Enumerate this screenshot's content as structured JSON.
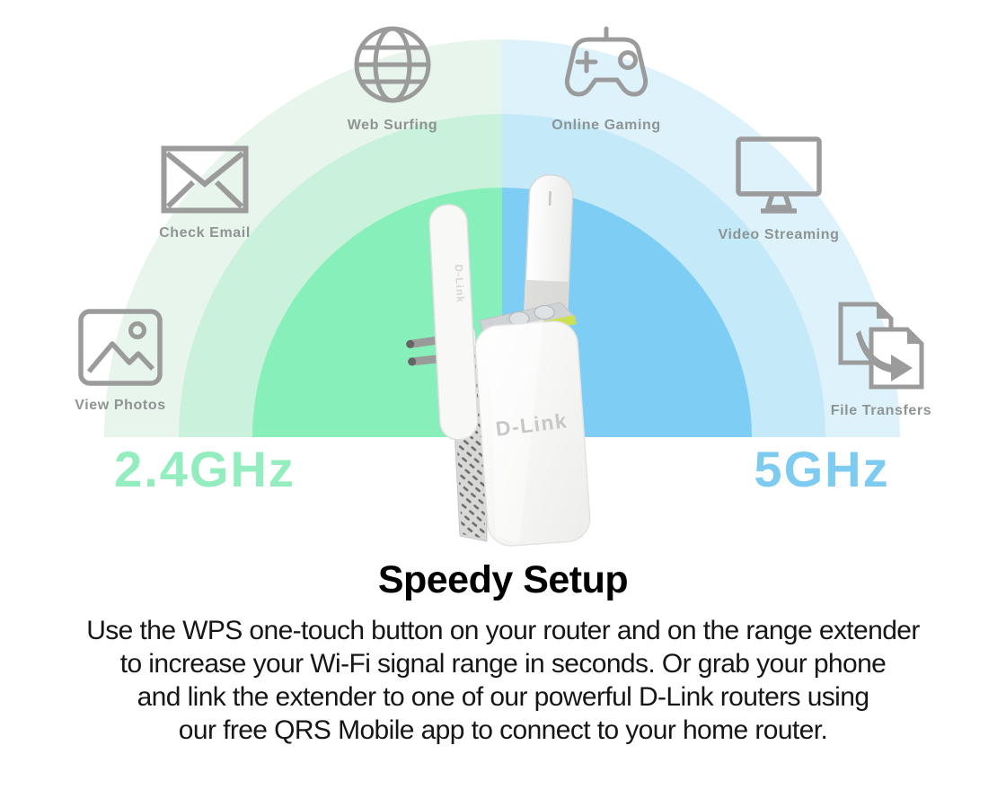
{
  "diagram": {
    "features": [
      {
        "icon": "globe-icon",
        "label": "Web Surfing"
      },
      {
        "icon": "gamepad-icon",
        "label": "Online Gaming"
      },
      {
        "icon": "envelope-icon",
        "label": "Check Email"
      },
      {
        "icon": "monitor-icon",
        "label": "Video Streaming"
      },
      {
        "icon": "photo-icon",
        "label": "View Photos"
      },
      {
        "icon": "file-transfer-icon",
        "label": "File Transfers"
      }
    ],
    "bands": [
      {
        "id": "2_4ghz",
        "label": "2.4GHz",
        "text_color": "#93edbf"
      },
      {
        "id": "5ghz",
        "label": "5GHz",
        "text_color": "#7ecbf1"
      }
    ],
    "product": {
      "brand": "D-Link"
    }
  },
  "section": {
    "title": "Speedy Setup",
    "lines": [
      "Use the WPS one-touch button on your router and on the range extender",
      "to increase your Wi-Fi signal range in seconds. Or grab your phone",
      "and link the extender to one of our powerful D-Link routers using",
      "our free QRS Mobile app to connect to your home router."
    ]
  },
  "colors": {
    "band24_inner": "#87efba",
    "band24_mid": "#c9f1db",
    "band24_outer": "#e7f5ed",
    "band5_inner": "#7ecdf4",
    "band5_mid": "#c4e9f8",
    "band5_outer": "#def2fb",
    "icon_gray": "#9b9b9b",
    "label_gray": "#8e9493",
    "led": "#cedf52"
  }
}
